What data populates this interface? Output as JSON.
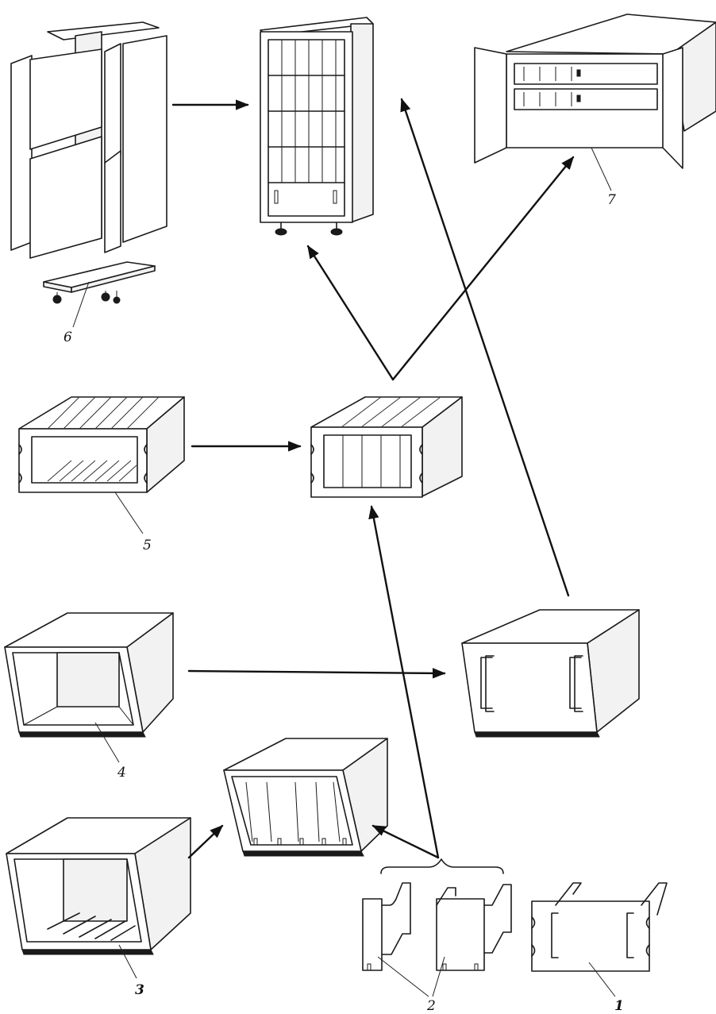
{
  "labels": {
    "item1": "1",
    "item2": "2",
    "item3": "3",
    "item4": "4",
    "item5": "5",
    "item6": "6",
    "item7": "7"
  },
  "colors": {
    "line": "#1a1a1a",
    "background": "#ffffff",
    "side_panel": "#f2f2f2"
  }
}
